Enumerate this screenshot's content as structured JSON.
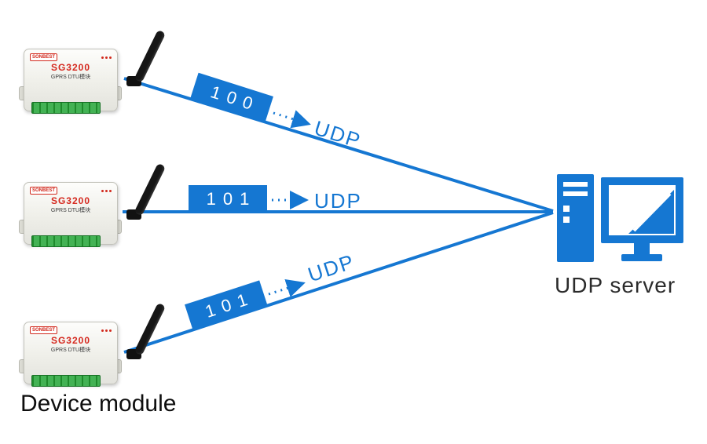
{
  "diagram": {
    "caption": "Device module",
    "server_label": "UDP server",
    "accent_color": "#1577D2",
    "device": {
      "brand": "SONBEST",
      "model": "SG3200",
      "type": "GPRS DTU模块"
    },
    "connections": [
      {
        "id": "top",
        "packet": "100",
        "protocol": "UDP"
      },
      {
        "id": "middle",
        "packet": "101",
        "protocol": "UDP"
      },
      {
        "id": "bottom",
        "packet": "101",
        "protocol": "UDP"
      }
    ]
  }
}
